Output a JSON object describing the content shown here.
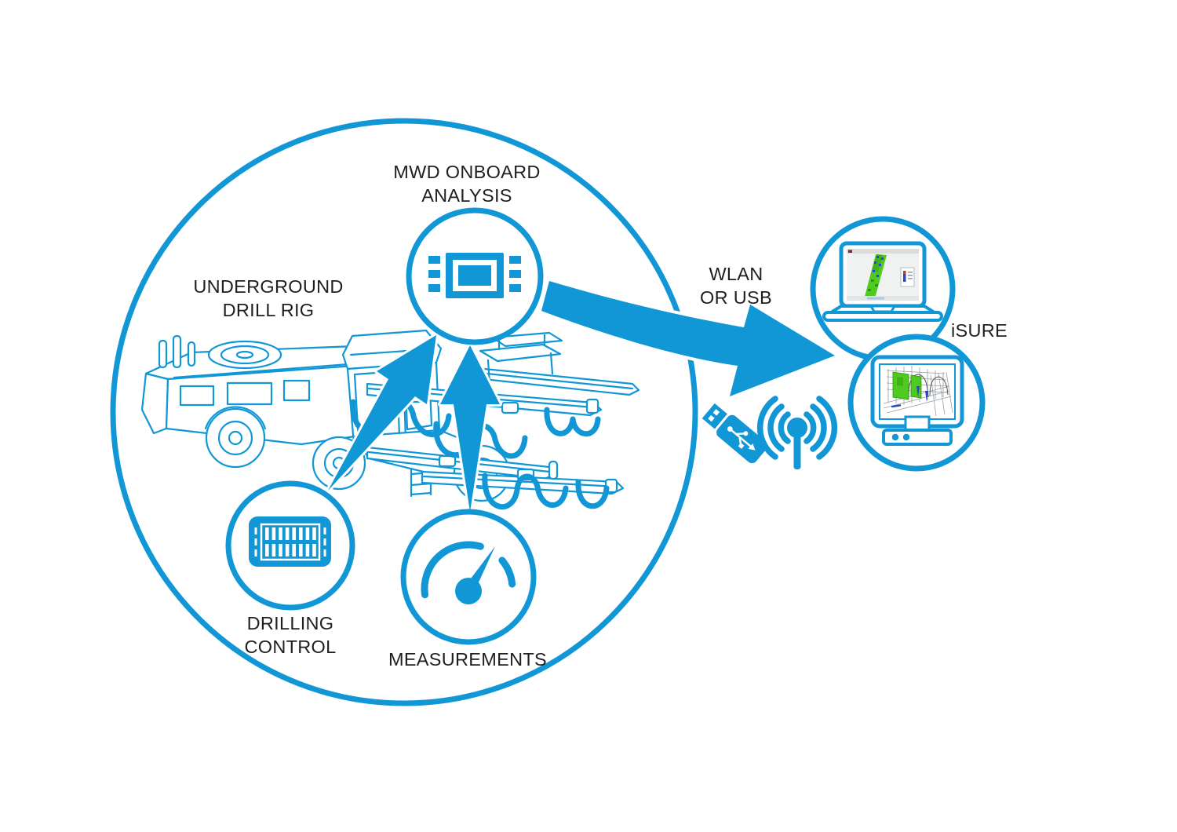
{
  "diagram": {
    "description": "Underground drill rig MWD data flow diagram",
    "labels": {
      "mwd": {
        "line1": "MWD ONBOARD",
        "line2": "ANALYSIS"
      },
      "rig": {
        "line1": "UNDERGROUND",
        "line2": "DRILL RIG"
      },
      "drilling_control": {
        "line1": "DRILLING",
        "line2": "CONTROL"
      },
      "measurements": {
        "line1": "MEASUREMENTS"
      },
      "connection": {
        "line1": "WLAN",
        "line2": "OR USB"
      },
      "isure": {
        "line1": "iSURE"
      }
    },
    "icons": [
      "hmi-display-icon",
      "control-panel-icon",
      "gauge-icon",
      "drill-rig-illustration",
      "laptop-icon",
      "monitor-icon",
      "usb-stick-icon",
      "wifi-antenna-icon",
      "up-arrow-diagonal",
      "up-arrow-vertical",
      "curved-transfer-arrow"
    ],
    "colors": {
      "accent_blue": "#1196d6",
      "text": "#1f1f1f",
      "screen_green": "#4ecb1e",
      "screen_dark_green": "#2f9310",
      "screen_blue": "#2b47c4",
      "screen_gray": "#f0f1f1",
      "wireframe_gray": "#9aa0a6"
    }
  }
}
